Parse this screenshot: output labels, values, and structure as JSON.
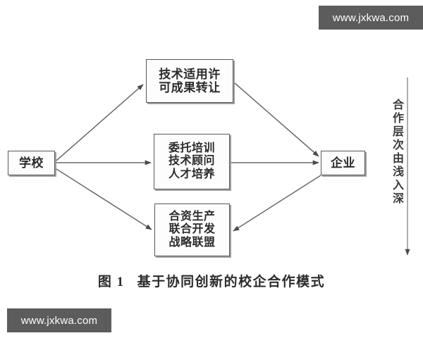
{
  "figure": {
    "caption_number": "图 1",
    "caption_text": "基于协同创新的校企合作模式"
  },
  "nodes": {
    "school": {
      "label": "学校"
    },
    "enterprise": {
      "label": "企业"
    },
    "tech_transfer": {
      "line1": "技术适用许",
      "line2": "可成果转让"
    },
    "training": {
      "line1": "委托培训",
      "line2": "技术顾问",
      "line3": "人才培养"
    },
    "venture": {
      "line1": "合资生产",
      "line2": "联合开发",
      "line3": "战略联盟"
    }
  },
  "axis": {
    "label": "合作层次由浅入深"
  },
  "watermarks": {
    "top": "www.jxkwa.com",
    "bottom": "www.jxkwa.com"
  },
  "colors": {
    "stroke": "#585858",
    "background": "#ffffff",
    "watermark_bg": "#5c5c5c",
    "text": "#2b2b2b"
  },
  "edges": [
    {
      "from": "school",
      "to": "tech_transfer",
      "direction": "forward"
    },
    {
      "from": "school",
      "to": "training",
      "direction": "forward"
    },
    {
      "from": "school",
      "to": "venture",
      "direction": "forward"
    },
    {
      "from": "tech_transfer",
      "to": "enterprise",
      "direction": "forward"
    },
    {
      "from": "training",
      "to": "enterprise",
      "direction": "forward"
    },
    {
      "from": "enterprise",
      "to": "venture",
      "direction": "forward"
    }
  ]
}
